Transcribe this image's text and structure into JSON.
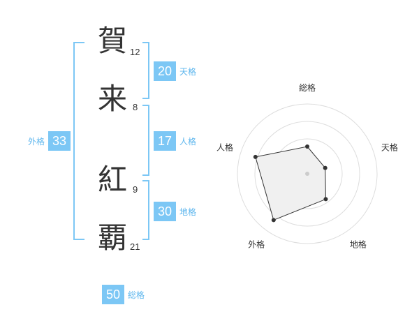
{
  "name_chars": [
    {
      "char": "賀",
      "strokes": "12"
    },
    {
      "char": "来",
      "strokes": "8"
    },
    {
      "char": "紅",
      "strokes": "9"
    },
    {
      "char": "覇",
      "strokes": "21"
    }
  ],
  "fortunes": {
    "tenkaku": {
      "value": "20",
      "label": "天格"
    },
    "jinkaku": {
      "value": "17",
      "label": "人格"
    },
    "chikaku": {
      "value": "30",
      "label": "地格"
    },
    "gaikaku": {
      "value": "33",
      "label": "外格"
    },
    "soukaku": {
      "value": "50",
      "label": "総格"
    }
  },
  "colors": {
    "accent": "#7cc7f5",
    "accent_text": "#5fb7ee"
  },
  "chart_data": {
    "type": "radar",
    "axes": [
      "総格",
      "天格",
      "地格",
      "外格",
      "人格"
    ],
    "values": [
      0.39,
      0.27,
      0.45,
      0.82,
      0.78
    ],
    "range": [
      0,
      1
    ],
    "rings": 4
  }
}
